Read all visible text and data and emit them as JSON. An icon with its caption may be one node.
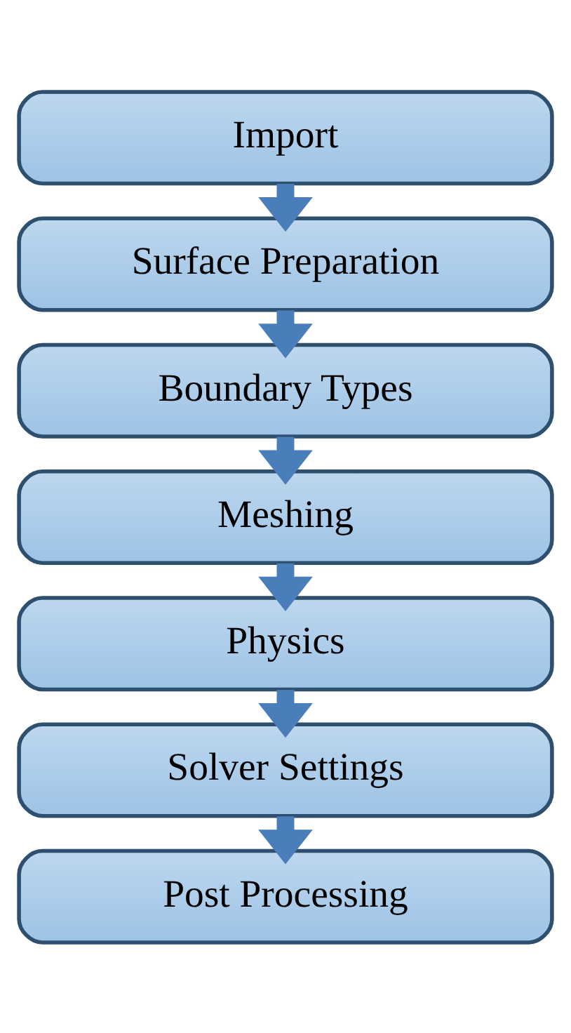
{
  "diagram": {
    "nodes": [
      {
        "text": [
          "Import"
        ]
      },
      {
        "text": [
          "Surface Preparation"
        ]
      },
      {
        "text": [
          "Boundary Types"
        ]
      },
      {
        "text": [
          "Meshing"
        ]
      },
      {
        "text": [
          "Physics"
        ]
      },
      {
        "text": [
          "Solver Settings"
        ]
      },
      {
        "text": [
          "Post Processing"
        ]
      }
    ],
    "edges": [
      {
        "from": 0,
        "to": 1,
        "arrow": "to"
      },
      {
        "from": 1,
        "to": 2,
        "arrow": "to"
      },
      {
        "from": 2,
        "to": 3,
        "arrow": "to"
      },
      {
        "from": 3,
        "to": 4,
        "arrow": "to"
      },
      {
        "from": 4,
        "to": 5,
        "arrow": "to"
      },
      {
        "from": 5,
        "to": 6,
        "arrow": "to"
      }
    ]
  }
}
